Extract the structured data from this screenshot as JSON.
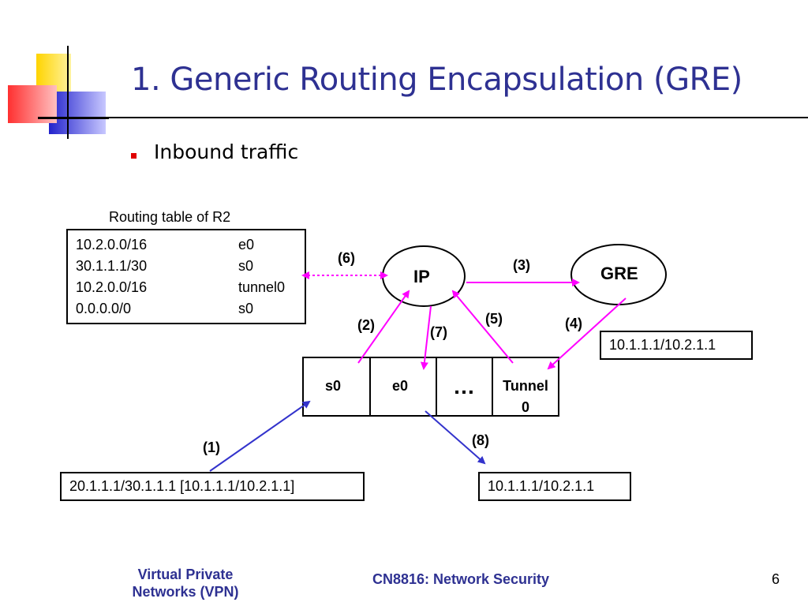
{
  "slide": {
    "title": "1. Generic Routing Encapsulation (GRE)",
    "bullet": "Inbound traffic"
  },
  "routing_table": {
    "caption": "Routing table of R2",
    "rows": [
      {
        "prefix": "10.2.0.0/16",
        "iface": "e0"
      },
      {
        "prefix": "30.1.1.1/30",
        "iface": "s0"
      },
      {
        "prefix": "10.2.0.0/16",
        "iface": "tunnel0"
      },
      {
        "prefix": "0.0.0.0/0",
        "iface": "s0"
      }
    ]
  },
  "nodes": {
    "ip": "IP",
    "gre": "GRE"
  },
  "interfaces": {
    "s0": "s0",
    "e0": "e0",
    "dots": "…",
    "tunnel_line1": "Tunnel",
    "tunnel_line2": "0"
  },
  "steps": {
    "s1": "(1)",
    "s2": "(2)",
    "s3": "(3)",
    "s4": "(4)",
    "s5": "(5)",
    "s6": "(6)",
    "s7": "(7)",
    "s8": "(8)"
  },
  "packets": {
    "inbound": "20.1.1.1/30.1.1.1 [10.1.1.1/10.2.1.1]",
    "decap": "10.1.1.1/10.2.1.1",
    "outbound": "10.1.1.1/10.2.1.1"
  },
  "footer": {
    "left_line1": "Virtual Private",
    "left_line2": "Networks (VPN)",
    "center": "CN8816: Network Security",
    "page": "6"
  },
  "colors": {
    "title": "#2e3192",
    "magenta": "#ff00ff",
    "blue_arrow": "#3333cc",
    "bullet": "#e00000"
  }
}
